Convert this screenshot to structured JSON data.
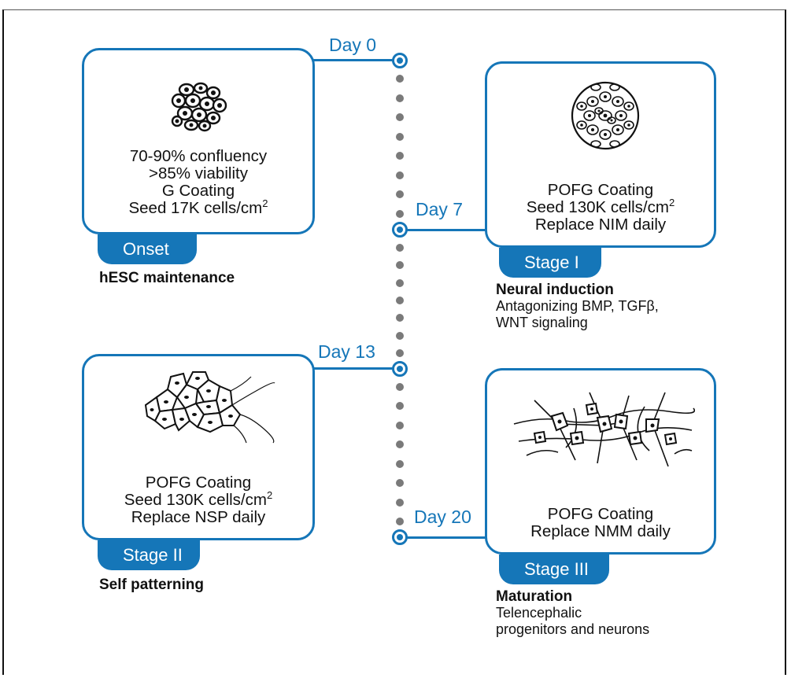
{
  "timeline": {
    "days": [
      "Day 0",
      "Day 7",
      "Day 13",
      "Day 20"
    ]
  },
  "stages": [
    {
      "tab": "Onset",
      "lines": [
        "70-90% confluency",
        ">85% viability",
        "G Coating",
        "Seed 17K cells/cm"
      ],
      "sup": "2",
      "title": "hESC maintenance",
      "subtitle": []
    },
    {
      "tab": "Stage I",
      "lines": [
        "POFG Coating",
        "Seed 130K cells/cm",
        "Replace NIM daily"
      ],
      "sup": "2",
      "title": "Neural induction",
      "subtitle": [
        "Antagonizing BMP, TGFβ,",
        "WNT signaling"
      ]
    },
    {
      "tab": "Stage II",
      "lines": [
        "POFG Coating",
        "Seed 130K cells/cm",
        "Replace NSP daily"
      ],
      "sup": "2",
      "title": "Self patterning",
      "subtitle": []
    },
    {
      "tab": "Stage III",
      "lines": [
        "POFG Coating",
        "Replace NMM daily"
      ],
      "title": "Maturation",
      "subtitle": [
        "Telencephalic",
        "progenitors and neurons"
      ]
    }
  ],
  "colors": {
    "accent": "#1576b8",
    "dots": "#7a7a7a"
  },
  "icons": [
    "cell-cluster-icon",
    "neural-rosette-icon",
    "neural-progenitor-icon",
    "neuron-network-icon"
  ]
}
